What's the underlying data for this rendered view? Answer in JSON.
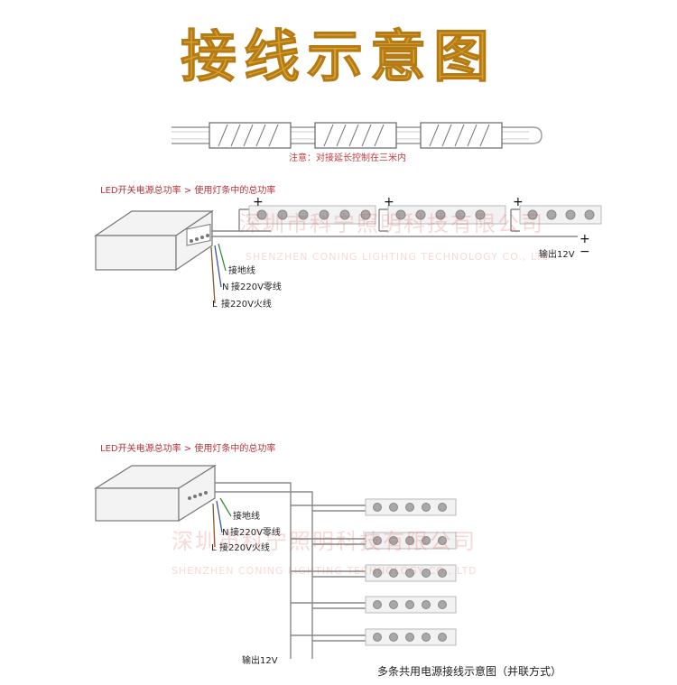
{
  "title": "接线示意图",
  "note": "注意：对接延长控制在三米内",
  "power_rule": "LED开关电源总功率 > 使用灯条中的总功率",
  "labels": {
    "ground": "接地线",
    "neutral_prefix": "N",
    "neutral": "接220V零线",
    "live_prefix": "L",
    "live": "接220V火线",
    "output": "输出12V",
    "plus": "+",
    "minus": "−"
  },
  "caption_bottom": "多条共用电源接线示意图（并联方式）",
  "watermark": {
    "cn": "深圳市科宁照明科技有限公司",
    "en": "SHENZHEN CONING LIGHTING TECHNOLOGY CO., LTD"
  },
  "colors": {
    "title": "#d7a232",
    "note": "#c23b3b",
    "rule": "#b8323a"
  }
}
